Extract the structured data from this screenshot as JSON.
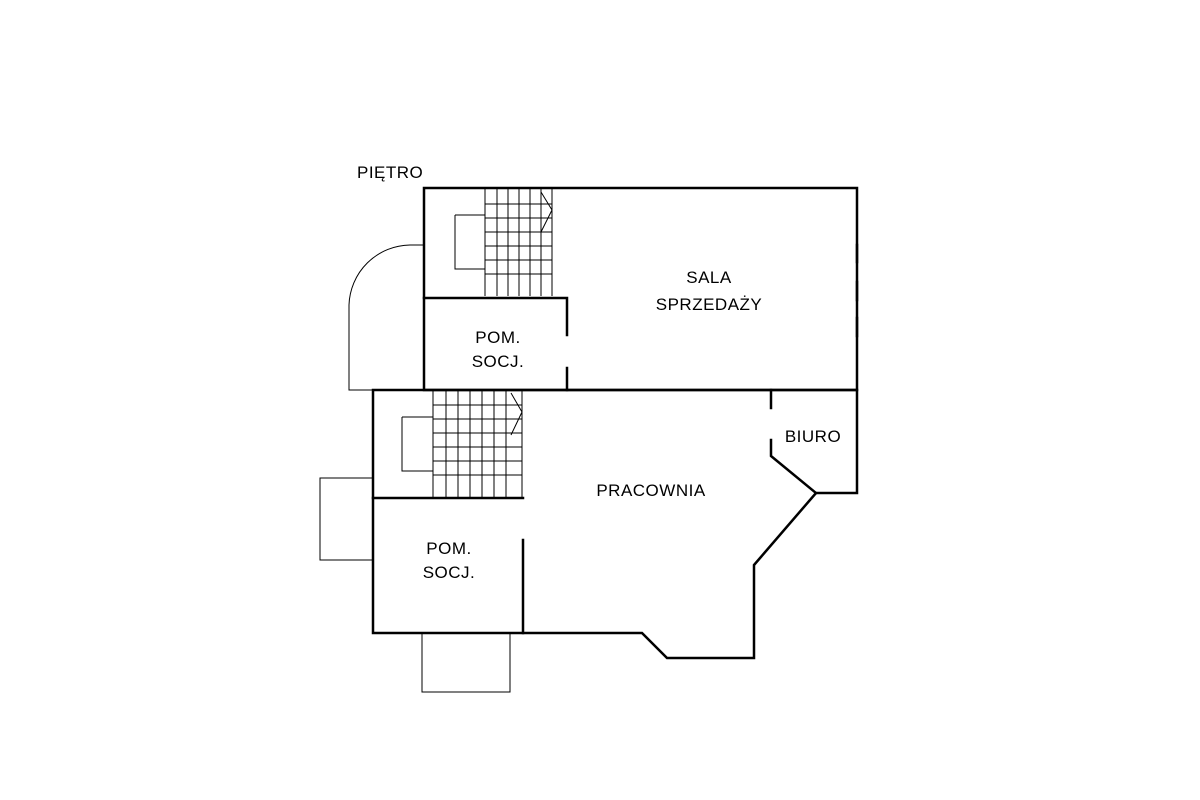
{
  "floor_label": "PIĘTRO",
  "rooms": {
    "sales_hall": {
      "line1": "SALA",
      "line2": "SPRZEDAŻY"
    },
    "social_upper": {
      "line1": "POM.",
      "line2": "SOCJ."
    },
    "workshop": {
      "line1": "PRACOWNIA"
    },
    "office": {
      "line1": "BIURO"
    },
    "social_lower": {
      "line1": "POM.",
      "line2": "SOCJ."
    }
  },
  "colors": {
    "line": "#000000",
    "background": "#ffffff"
  }
}
